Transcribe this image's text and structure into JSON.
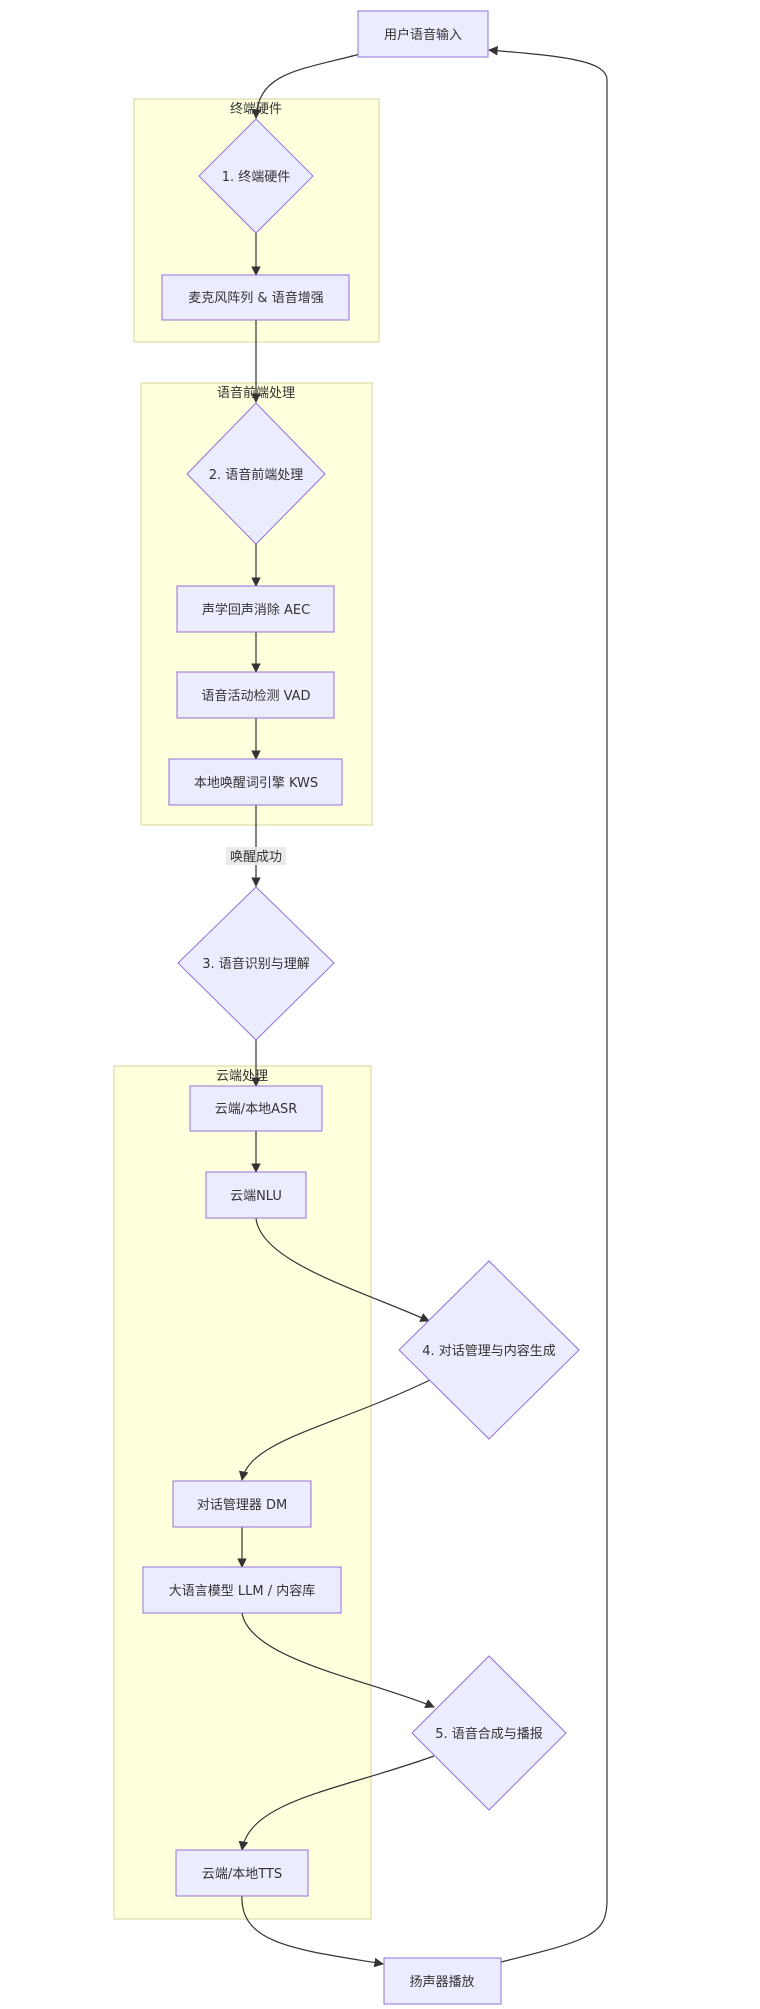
{
  "clusters": {
    "terminal": "终端硬件",
    "frontend": "语音前端处理",
    "cloud": "云端处理"
  },
  "nodes": {
    "user_input": "用户语音输入",
    "step1": "1. 终端硬件",
    "mic_array": "麦克风阵列 & 语音增强",
    "step2": "2. 语音前端处理",
    "aec": "声学回声消除 AEC",
    "vad": "语音活动检测 VAD",
    "kws": "本地唤醒词引擎 KWS",
    "step3": "3. 语音识别与理解",
    "asr": "云端/本地ASR",
    "nlu": "云端NLU",
    "step4": "4. 对话管理与内容生成",
    "dm": "对话管理器 DM",
    "llm": "大语言模型 LLM / 内容库",
    "step5": "5. 语音合成与播报",
    "tts": "云端/本地TTS",
    "speaker": "扬声器播放"
  },
  "edge_labels": {
    "wake_success": "唤醒成功"
  },
  "colors": {
    "node_fill": "#ececff",
    "node_stroke": "#9370db",
    "cluster_fill": "#ffffde",
    "cluster_stroke": "#d4d49a",
    "edge": "#333333"
  }
}
